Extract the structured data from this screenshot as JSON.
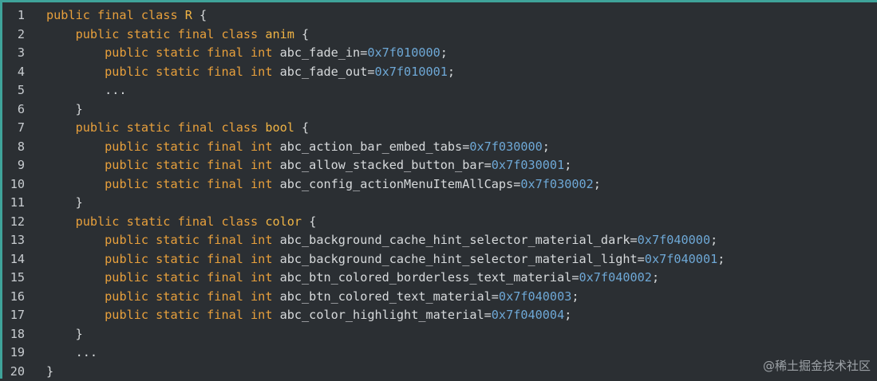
{
  "colors": {
    "background": "#2b2f33",
    "accent_border": "#3fa39a",
    "keyword": "#e8a03c",
    "class_name": "#f0b445",
    "identifier": "#d7dadc",
    "number": "#6ea8d6",
    "line_number": "#c8ccd0"
  },
  "lines": [
    {
      "n": "1",
      "tokens": [
        [
          "kw",
          "public final class "
        ],
        [
          "cls",
          "R"
        ],
        [
          "id",
          " {"
        ]
      ]
    },
    {
      "n": "2",
      "tokens": [
        [
          "id",
          "    "
        ],
        [
          "kw",
          "public static final class "
        ],
        [
          "cls",
          "anim"
        ],
        [
          "id",
          " {"
        ]
      ]
    },
    {
      "n": "3",
      "tokens": [
        [
          "id",
          "        "
        ],
        [
          "kw",
          "public static final int "
        ],
        [
          "id",
          "abc_fade_in="
        ],
        [
          "num",
          "0x7f010000"
        ],
        [
          "id",
          ";"
        ]
      ]
    },
    {
      "n": "4",
      "tokens": [
        [
          "id",
          "        "
        ],
        [
          "kw",
          "public static final int "
        ],
        [
          "id",
          "abc_fade_out="
        ],
        [
          "num",
          "0x7f010001"
        ],
        [
          "id",
          ";"
        ]
      ]
    },
    {
      "n": "5",
      "tokens": [
        [
          "id",
          "        ..."
        ]
      ]
    },
    {
      "n": "6",
      "tokens": [
        [
          "id",
          "    }"
        ]
      ]
    },
    {
      "n": "7",
      "tokens": [
        [
          "id",
          "    "
        ],
        [
          "kw",
          "public static final class "
        ],
        [
          "cls",
          "bool"
        ],
        [
          "id",
          " {"
        ]
      ]
    },
    {
      "n": "8",
      "tokens": [
        [
          "id",
          "        "
        ],
        [
          "kw",
          "public static final int "
        ],
        [
          "id",
          "abc_action_bar_embed_tabs="
        ],
        [
          "num",
          "0x7f030000"
        ],
        [
          "id",
          ";"
        ]
      ]
    },
    {
      "n": "9",
      "tokens": [
        [
          "id",
          "        "
        ],
        [
          "kw",
          "public static final int "
        ],
        [
          "id",
          "abc_allow_stacked_button_bar="
        ],
        [
          "num",
          "0x7f030001"
        ],
        [
          "id",
          ";"
        ]
      ]
    },
    {
      "n": "10",
      "tokens": [
        [
          "id",
          "        "
        ],
        [
          "kw",
          "public static final int "
        ],
        [
          "id",
          "abc_config_actionMenuItemAllCaps="
        ],
        [
          "num",
          "0x7f030002"
        ],
        [
          "id",
          ";"
        ]
      ]
    },
    {
      "n": "11",
      "tokens": [
        [
          "id",
          "    }"
        ]
      ]
    },
    {
      "n": "12",
      "tokens": [
        [
          "id",
          "    "
        ],
        [
          "kw",
          "public static final class "
        ],
        [
          "cls",
          "color"
        ],
        [
          "id",
          " {"
        ]
      ]
    },
    {
      "n": "13",
      "tokens": [
        [
          "id",
          "        "
        ],
        [
          "kw",
          "public static final int "
        ],
        [
          "id",
          "abc_background_cache_hint_selector_material_dark="
        ],
        [
          "num",
          "0x7f040000"
        ],
        [
          "id",
          ";"
        ]
      ]
    },
    {
      "n": "14",
      "tokens": [
        [
          "id",
          "        "
        ],
        [
          "kw",
          "public static final int "
        ],
        [
          "id",
          "abc_background_cache_hint_selector_material_light="
        ],
        [
          "num",
          "0x7f040001"
        ],
        [
          "id",
          ";"
        ]
      ]
    },
    {
      "n": "15",
      "tokens": [
        [
          "id",
          "        "
        ],
        [
          "kw",
          "public static final int "
        ],
        [
          "id",
          "abc_btn_colored_borderless_text_material="
        ],
        [
          "num",
          "0x7f040002"
        ],
        [
          "id",
          ";"
        ]
      ]
    },
    {
      "n": "16",
      "tokens": [
        [
          "id",
          "        "
        ],
        [
          "kw",
          "public static final int "
        ],
        [
          "id",
          "abc_btn_colored_text_material="
        ],
        [
          "num",
          "0x7f040003"
        ],
        [
          "id",
          ";"
        ]
      ]
    },
    {
      "n": "17",
      "tokens": [
        [
          "id",
          "        "
        ],
        [
          "kw",
          "public static final int "
        ],
        [
          "id",
          "abc_color_highlight_material="
        ],
        [
          "num",
          "0x7f040004"
        ],
        [
          "id",
          ";"
        ]
      ]
    },
    {
      "n": "18",
      "tokens": [
        [
          "id",
          "    }"
        ]
      ]
    },
    {
      "n": "19",
      "tokens": [
        [
          "id",
          "    ..."
        ]
      ]
    },
    {
      "n": "20",
      "tokens": [
        [
          "id",
          "}"
        ]
      ]
    }
  ],
  "watermark": "@稀土掘金技术社区"
}
